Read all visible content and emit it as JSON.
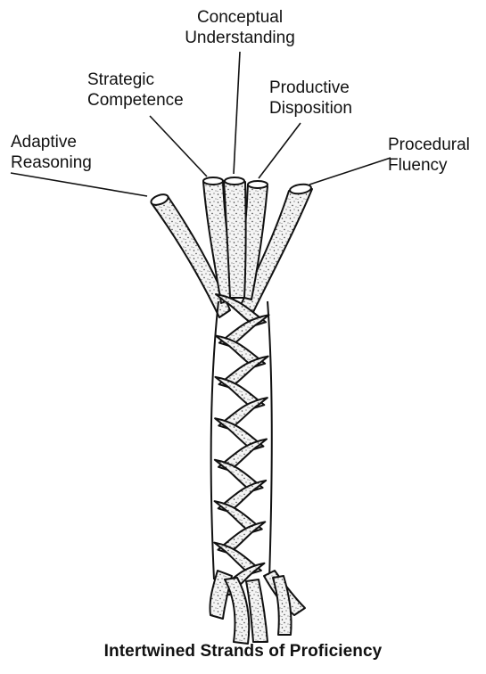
{
  "labels": {
    "conceptual": [
      "Conceptual",
      "Understanding"
    ],
    "strategic": [
      "Strategic",
      "Competence"
    ],
    "productive": [
      "Productive",
      "Disposition"
    ],
    "adaptive": [
      "Adaptive",
      "Reasoning"
    ],
    "procedural": [
      "Procedural",
      "Fluency"
    ]
  },
  "caption": "Intertwined Strands of Proficiency",
  "colors": {
    "ink": "#111111",
    "strand_fill": "#f4f4f4"
  }
}
